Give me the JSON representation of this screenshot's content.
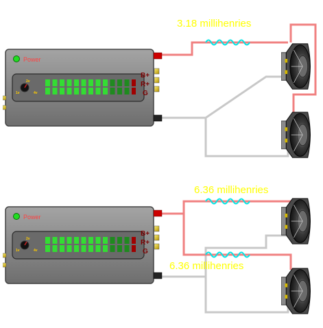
{
  "colors": {
    "positive_wire": "#f08080",
    "negative_wire": "#c8c8c8",
    "inductor_coil": "#00e5e5",
    "label_text": "#ffff00",
    "amp_body": "#8a8a8a",
    "led_on": "#22cc22",
    "terminal": "#d4b800"
  },
  "circuits": [
    {
      "id": "series",
      "amplifier": {
        "power_label": "Power",
        "terminals": [
          "B+",
          "R+",
          "G"
        ],
        "dial_labels": [
          "2v",
          "1v",
          "4v"
        ]
      },
      "inductors": [
        {
          "label": "3.18 millihenries"
        }
      ]
    },
    {
      "id": "parallel",
      "amplifier": {
        "power_label": "Power",
        "terminals": [
          "B+",
          "R+",
          "G"
        ],
        "dial_labels": [
          "2v",
          "1v",
          "4v"
        ]
      },
      "inductors": [
        {
          "label": "6.36 millihenries"
        },
        {
          "label": "6.36 millihenries"
        }
      ]
    }
  ]
}
